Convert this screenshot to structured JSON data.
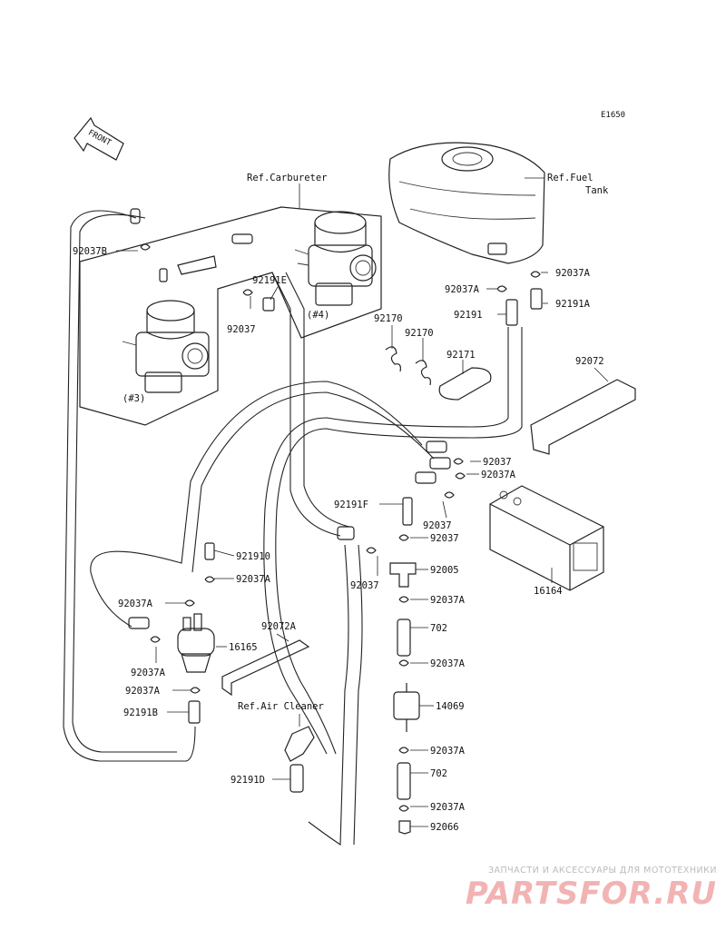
{
  "diagram": {
    "code": "E1650",
    "front_label": "FRONT",
    "refs": {
      "carburetor": "Ref.Carbureter",
      "fuel_tank_1": "Ref.Fuel",
      "fuel_tank_2": "Tank",
      "air_cleaner": "Ref.Air Cleaner",
      "carb3": "(#3)",
      "carb4": "(#4)"
    },
    "parts": {
      "p92037B": "92037B",
      "p92191E": "92191E",
      "p92037_a": "92037",
      "p92037A_tank": "92037A",
      "p92037A_left": "92037A",
      "p92191A": "92191A",
      "p92191": "92191",
      "p92170_a": "92170",
      "p92170_b": "92170",
      "p92171": "92171",
      "p92072": "92072",
      "p92037_b": "92037",
      "p92037A_c": "92037A",
      "p92191F": "92191F",
      "p92037_c": "92037",
      "p92037_d": "92037",
      "p92037_e": "92037",
      "p92005": "92005",
      "p16164": "16164",
      "p92191O": "921910",
      "p92037A_d": "92037A",
      "p92037A_e": "92037A",
      "p16165": "16165",
      "p92037A_f": "92037A",
      "p92072A": "92072A",
      "p92037A_g": "92037A",
      "p92191B": "92191B",
      "p92037A_h": "92037A",
      "p702_a": "702",
      "p92037A_i": "92037A",
      "p14069": "14069",
      "p92037A_j": "92037A",
      "p702_b": "702",
      "p92037A_k": "92037A",
      "p92066": "92066",
      "p92191D": "92191D"
    }
  },
  "watermark": {
    "tagline": "ЗАПЧАСТИ И АКСЕССУАРЫ ДЛЯ МОТОТЕХНИКИ",
    "brand": "PARTSFOR.RU"
  }
}
